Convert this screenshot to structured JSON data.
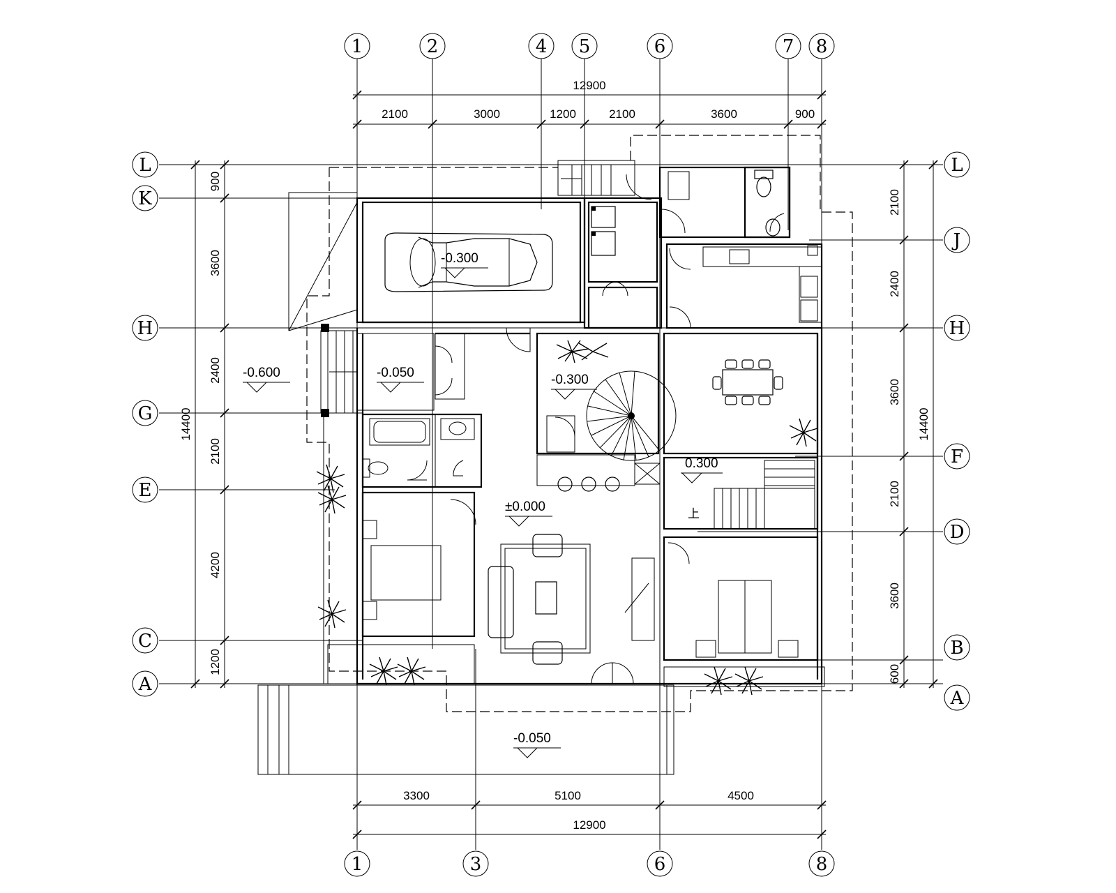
{
  "grid_axes": {
    "top": [
      "1",
      "2",
      "4",
      "5",
      "6",
      "7",
      "8"
    ],
    "bottom": [
      "1",
      "3",
      "6",
      "8"
    ],
    "left": [
      "L",
      "K",
      "H",
      "G",
      "E",
      "C",
      "A"
    ],
    "right": [
      "L",
      "J",
      "H",
      "F",
      "D",
      "B",
      "A"
    ]
  },
  "dimensions": {
    "top_total": "12900",
    "top_segments": [
      "2100",
      "3000",
      "1200",
      "2100",
      "3600",
      "900"
    ],
    "bottom_segments": [
      "3300",
      "5100",
      "4500"
    ],
    "bottom_total": "12900",
    "left_total": "14400",
    "left_segments": [
      "900",
      "3600",
      "2400",
      "2100",
      "4200",
      "1200"
    ],
    "right_total": "14400",
    "right_segments": [
      "2100",
      "2400",
      "3600",
      "2100",
      "3600",
      "600"
    ]
  },
  "levels": {
    "garage": "-0.300",
    "entry_left": "-0.600",
    "hall": "-0.050",
    "stair_hall": "-0.300",
    "kitchen_step": "0.300",
    "living": "±0.000",
    "terrace": "-0.050"
  },
  "stair_label": "上"
}
